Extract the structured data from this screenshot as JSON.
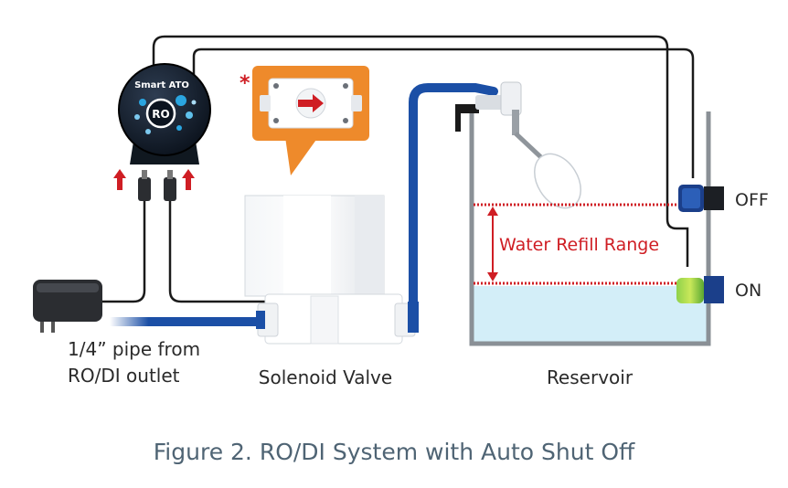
{
  "controller": {
    "brand_text": "Smart ATO",
    "badge_text": "RO"
  },
  "callout": {
    "marker": "*"
  },
  "labels": {
    "pipe_inlet_line1": "1/4” pipe from",
    "pipe_inlet_line2": "RO/DI outlet",
    "solenoid_valve": "Solenoid Valve",
    "reservoir": "Reservoir",
    "water_refill_range": "Water Refill Range",
    "float_off": "OFF",
    "float_on": "ON"
  },
  "caption": "Figure 2. RO/DI System with Auto Shut Off",
  "colors": {
    "pipe_blue": "#1b4fa6",
    "accent_red": "#cf1e24",
    "callout_orange": "#ee8a2b",
    "water": "#d3eef8",
    "caption_text": "#4f6474"
  }
}
